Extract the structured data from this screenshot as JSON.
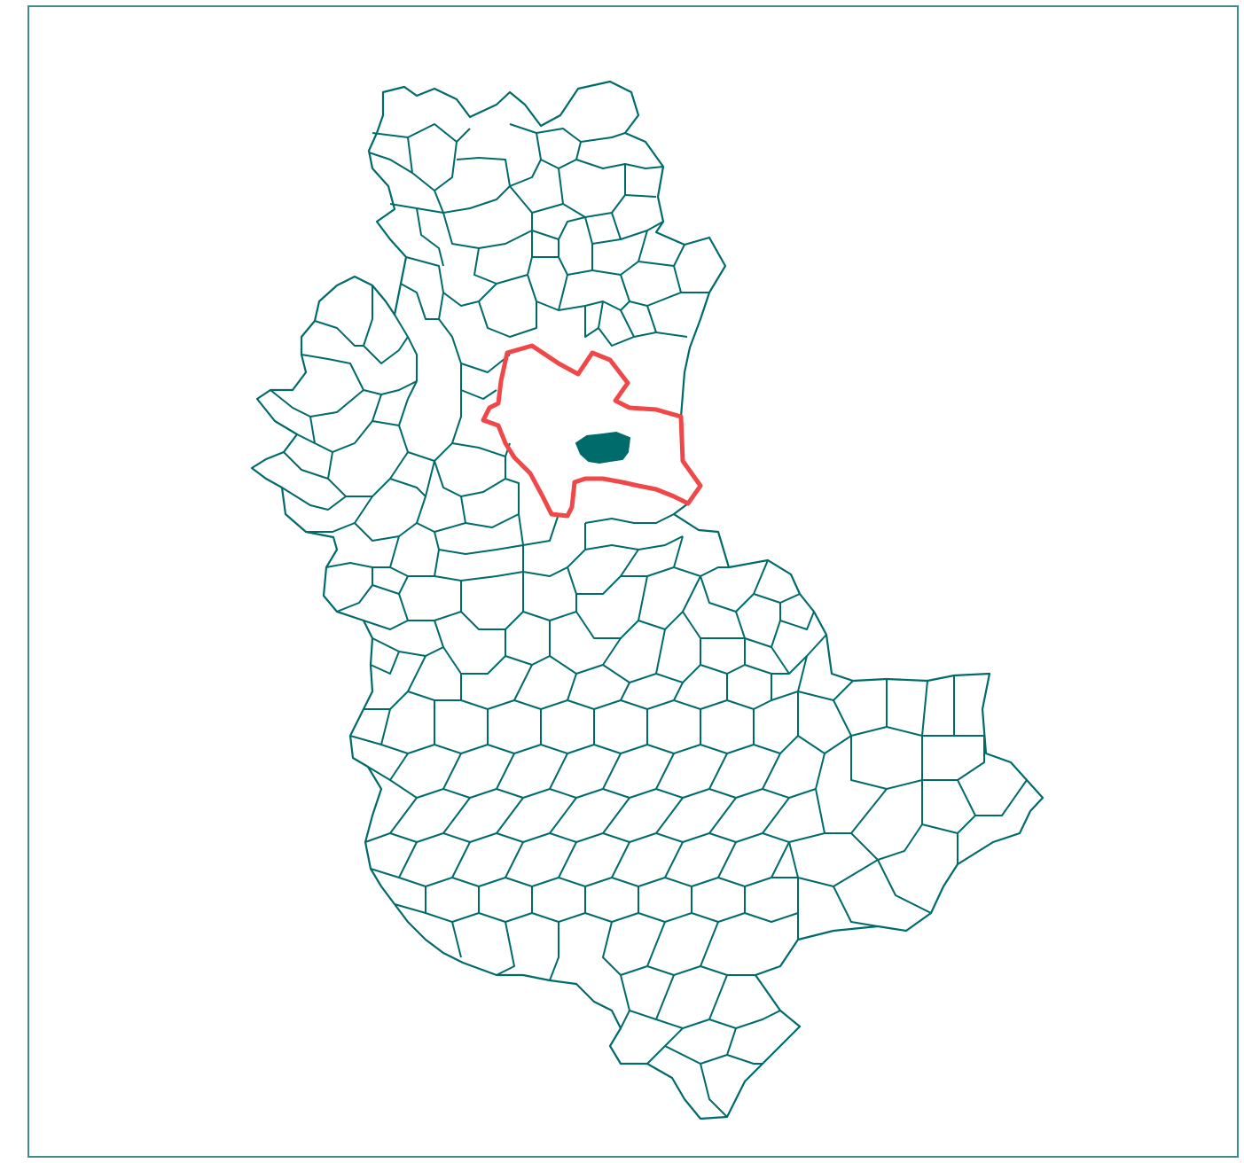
{
  "map": {
    "colors": {
      "frame": "#3d8b8b",
      "boundary": "#006b6b",
      "selected_fill": "#006b6b",
      "highlight": "#f04848",
      "background": "#ffffff"
    },
    "layers": [
      "commune-boundaries",
      "highlighted-zone",
      "selected-commune"
    ]
  }
}
